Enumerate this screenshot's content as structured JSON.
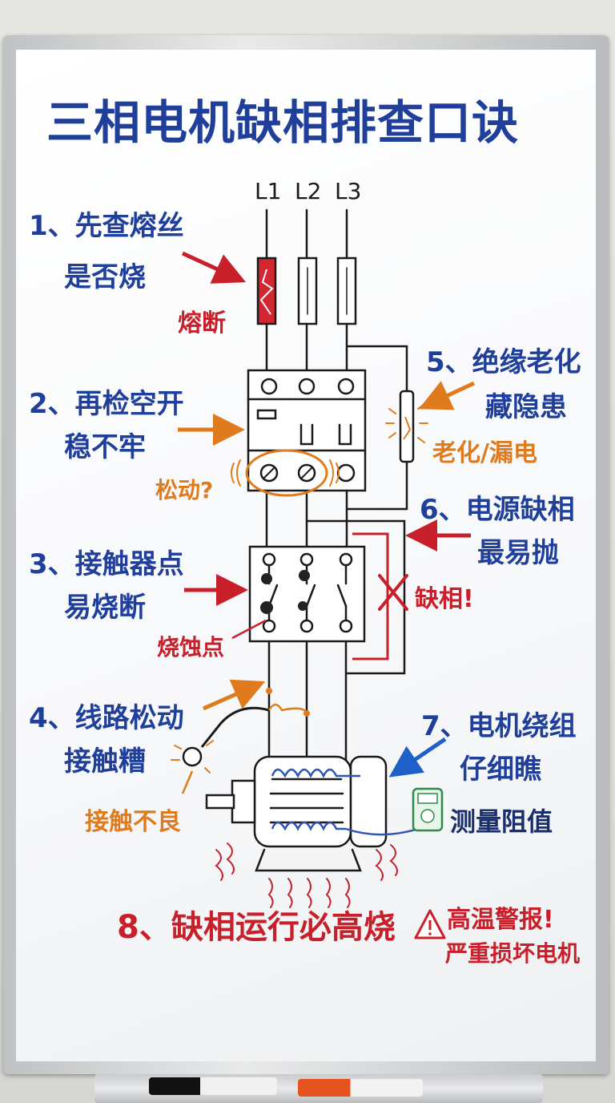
{
  "title": "三相电机缺相排查口诀",
  "phases": [
    "L1",
    "L2",
    "L3"
  ],
  "steps": [
    {
      "line1": "1、先查熔丝",
      "line2": "是否烧",
      "note": "熔断"
    },
    {
      "line1": "2、再检空开",
      "line2": "稳不牢",
      "note": "松动?"
    },
    {
      "line1": "3、接触器点",
      "line2": "易烧断",
      "note": "烧蚀点"
    },
    {
      "line1": "4、线路松动",
      "line2": "接触糟",
      "note": "接触不良"
    },
    {
      "line1": "5、绝缘老化",
      "line2": "藏隐患",
      "note": "老化/漏电"
    },
    {
      "line1": "6、电源缺相",
      "line2": "最易抛",
      "note": "缺相!"
    },
    {
      "line1": "7、电机绕组",
      "line2": "仔细瞧",
      "note": "测量阻值"
    }
  ],
  "final": {
    "text": "8、缺相运行必高烧",
    "warning1": "高温警报!",
    "warning2": "严重损坏电机"
  },
  "colors": {
    "blue": "#1f3f9b",
    "red": "#c8202a",
    "orange": "#e07b1d",
    "ink": "#1a1a1a"
  }
}
